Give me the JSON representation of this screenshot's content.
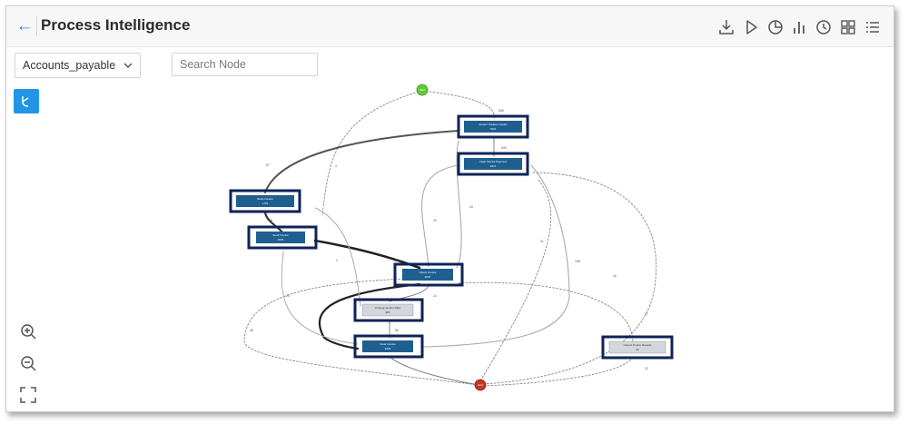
{
  "header": {
    "title": "Process Intelligence",
    "toolbar_icons": [
      "download-icon",
      "play-icon",
      "pie-chart-icon",
      "bar-chart-icon",
      "clock-icon",
      "grid-icon",
      "list-icon"
    ]
  },
  "controls": {
    "dataset_select": "Accounts_payable",
    "search_placeholder": "Search Node"
  },
  "graph": {
    "start_label": "Start",
    "end_label": "End",
    "nodes": [
      {
        "label": "Vendor Creates Invoice",
        "count": "7521",
        "style": "dark"
      },
      {
        "label": "Clear Vendor Payment",
        "count": "4871",
        "style": "dark"
      },
      {
        "label": "Book Invoice",
        "count": "1751",
        "style": "dark"
      },
      {
        "label": "Send Invoice",
        "count": "1576",
        "style": "dark"
      },
      {
        "label": "Check Invoice",
        "count": "2047",
        "style": "dark"
      },
      {
        "label": "Change Vendor Data",
        "count": "382",
        "style": "light"
      },
      {
        "label": "Clear Invoice",
        "count": "1645",
        "style": "dark"
      },
      {
        "label": "Cancel Invoice Receipt",
        "count": "32",
        "style": "light"
      }
    ],
    "edge_labels": [
      "598",
      "67",
      "543",
      "4",
      "20",
      "29",
      "573",
      "44",
      "1",
      "20",
      "198",
      "31",
      "16",
      "14",
      "56",
      "48",
      "17",
      "22"
    ]
  },
  "colors": {
    "accent": "#1a8fd8",
    "node_dark": "#1f5f8f",
    "node_light": "#d3d6dd",
    "highlight_border": "#0f2357",
    "start_node": "#5cc93a",
    "end_node": "#c0392b"
  }
}
